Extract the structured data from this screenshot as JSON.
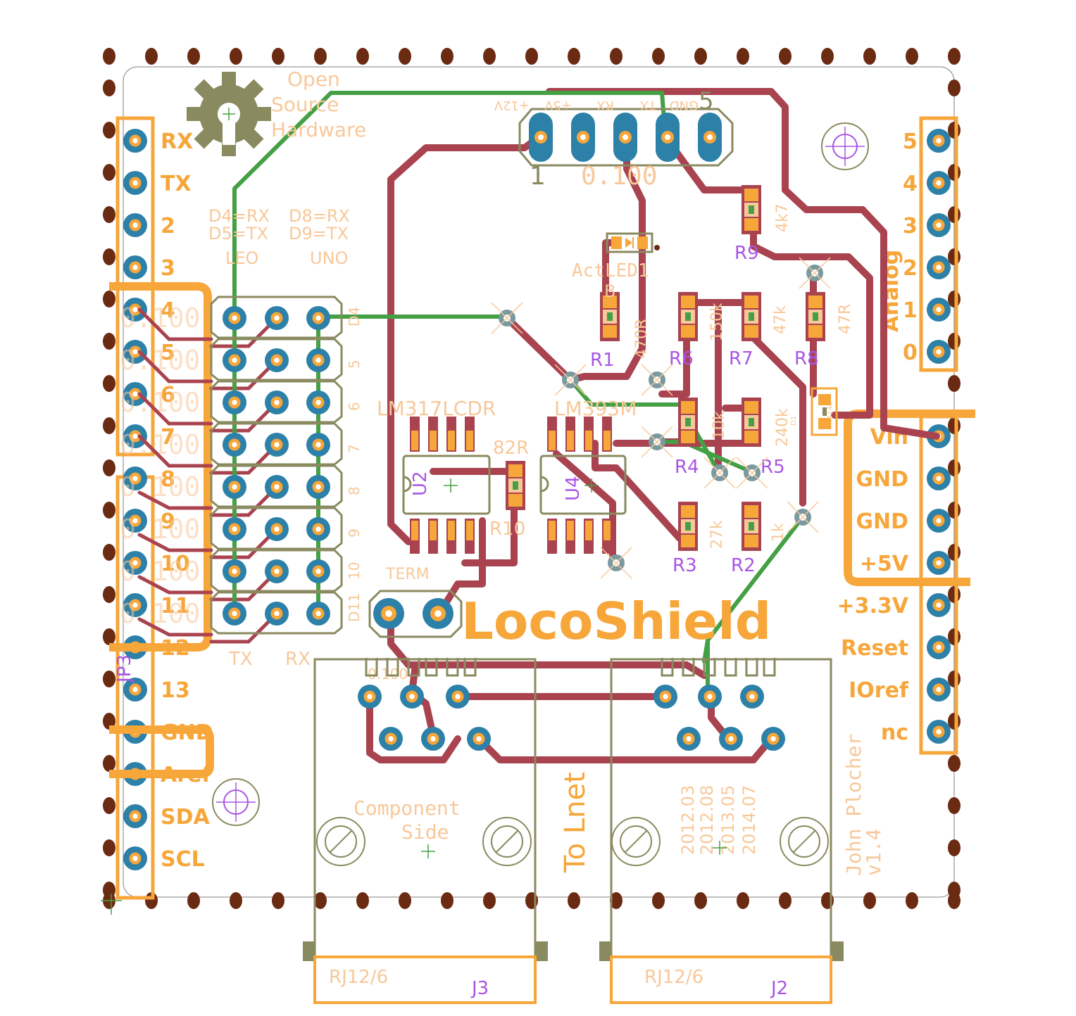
{
  "colors": {
    "background": "#ffffff",
    "board_dots": "#6b2a12",
    "top_trace": "#a8434f",
    "bottom_trace": "#45a045",
    "pad_ring": "#2d80a8",
    "pad_hole": "#f7a63a",
    "silk_orange": "#f7a63a",
    "silk_light": "#f8c89a",
    "outline_olive": "#8a8a60",
    "names_purple": "#a855e6"
  },
  "logo": {
    "line1": "Open",
    "line2": "Source",
    "line3": "Hardware",
    "icon": "open-source-hardware-gear-icon"
  },
  "board_title": "LocoShield",
  "header_top": {
    "pin_labels": [
      "+12V",
      "+5V",
      "RX",
      "TX",
      "GND"
    ],
    "pin1": "1",
    "pin5": "5",
    "pitch": "0.100"
  },
  "left_header": {
    "labels": [
      "RX",
      "TX",
      "2",
      "3",
      "4",
      "5",
      "6",
      "7",
      "8",
      "9",
      "10",
      "11",
      "12",
      "13",
      "GND",
      "Aref",
      "SDA",
      "SCL"
    ],
    "ghost_pitch": [
      "0.100",
      "0.100",
      "0.100",
      "0.100",
      "0.100",
      "0.100",
      "0.100",
      "0.100"
    ],
    "name": "JP3"
  },
  "right_header_analog": {
    "labels": [
      "5",
      "4",
      "3",
      "2",
      "1",
      "0"
    ],
    "group_label": "Analog"
  },
  "right_header_power": {
    "labels": [
      "Vin",
      "GND",
      "GND",
      "+5V",
      "+3.3V",
      "Reset",
      "IOref",
      "nc"
    ]
  },
  "jumper_block": {
    "notes_leo": [
      "D4=RX",
      "D5=TX",
      "LEO"
    ],
    "notes_uno": [
      "D8=RX",
      "D9=TX",
      "UNO"
    ],
    "row_labels": [
      "D4",
      "5",
      "6",
      "7",
      "8",
      "9",
      "10",
      "D11"
    ],
    "col_tx": "TX",
    "col_rx": "RX"
  },
  "components": {
    "u2_value": "LM317LCDR",
    "u2_name": "U2",
    "u4_value": "LM393M",
    "u4_name": "U4",
    "r10_value": "82R",
    "r10_name": "R10",
    "r1_name": "R1",
    "r1_value": "470R",
    "r6_name": "R6",
    "r6_value": "150k",
    "r7_name": "R7",
    "r7_value": "47k",
    "r8_name": "R8",
    "r8_value": "47R",
    "r9_name": "R9",
    "r9_value": "4k7",
    "r4_name": "R4",
    "r4_value": "10k",
    "r5_name": "R5",
    "r5_value": "240k",
    "r3_name": "R3",
    "r3_value": "27k",
    "r2_name": "R2",
    "r2_value": "1k",
    "led_label": "ActLED1",
    "led_mark": "B",
    "d1_name": "D1",
    "d1_value": "1N4148"
  },
  "term": {
    "label": "TERM",
    "pitch": "0.100"
  },
  "connectors": {
    "j3_type": "RJ12/6",
    "j3_name": "J3",
    "j2_type": "RJ12/6",
    "j2_name": "J2",
    "to_lnet": "To Lnet",
    "component_side_1": "Component",
    "component_side_2": "Side"
  },
  "revisions": [
    "2012.03",
    "2012.08",
    "2013.05",
    "2014.07"
  ],
  "author": {
    "line1": "John Plocher",
    "line2": "v1.4"
  }
}
